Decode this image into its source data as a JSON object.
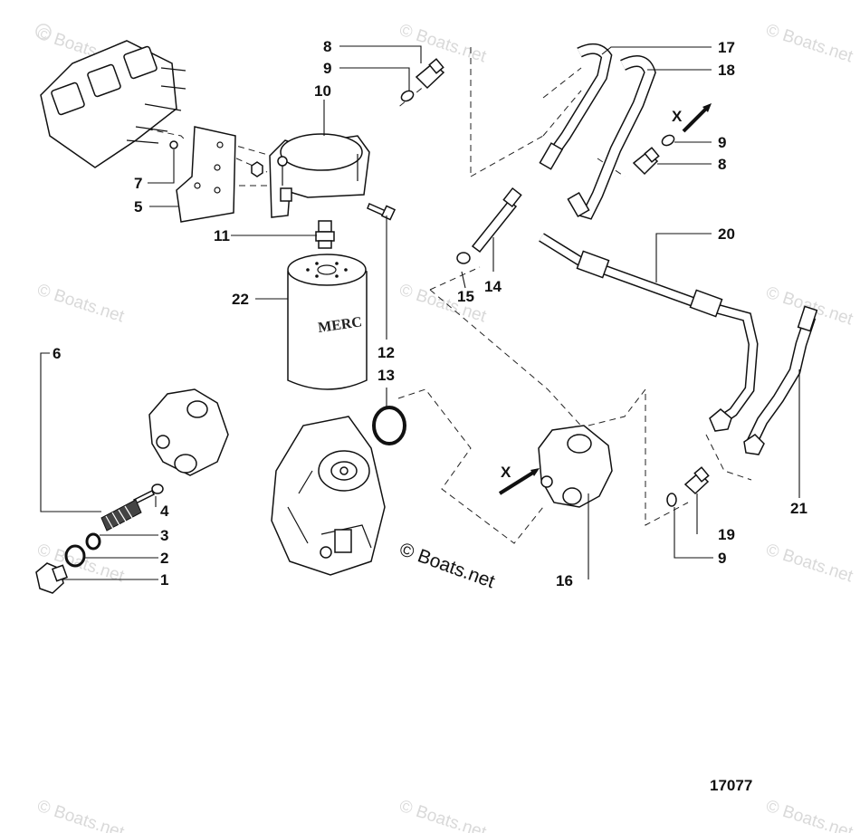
{
  "watermark": "© Boats.net",
  "caption": "© Boats.net",
  "diagram_id": "17077",
  "callouts": {
    "c1": "1",
    "c2": "2",
    "c3": "3",
    "c4": "4",
    "c5": "5",
    "c6": "6",
    "c7": "7",
    "c8a": "8",
    "c8b": "8",
    "c9a": "9",
    "c9b": "9",
    "c9c": "9",
    "c10": "10",
    "c11": "11",
    "c12": "12",
    "c13": "13",
    "c14": "14",
    "c15": "15",
    "c16": "16",
    "c17": "17",
    "c18": "18",
    "c19": "19",
    "c20": "20",
    "c21": "21",
    "c22": "22"
  },
  "markers": {
    "x1": "X",
    "x2": "X"
  },
  "filter_brand": "MERC"
}
